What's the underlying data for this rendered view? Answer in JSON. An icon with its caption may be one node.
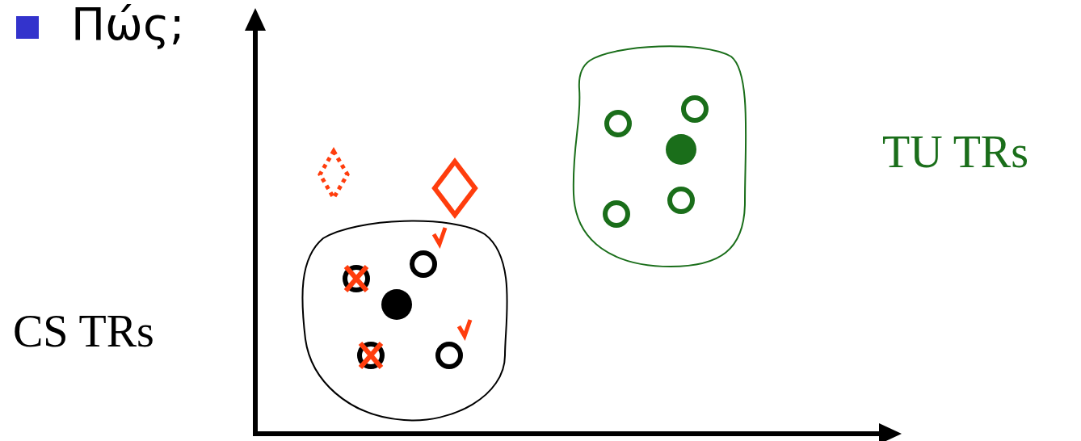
{
  "diagram": {
    "title": "Πώς;",
    "nodes": [
      {
        "text": [],
        "shape": "diamond"
      },
      {
        "text": [],
        "shape": "diamond"
      }
    ],
    "labels": [
      "TU TRs",
      "CS TRs"
    ]
  }
}
